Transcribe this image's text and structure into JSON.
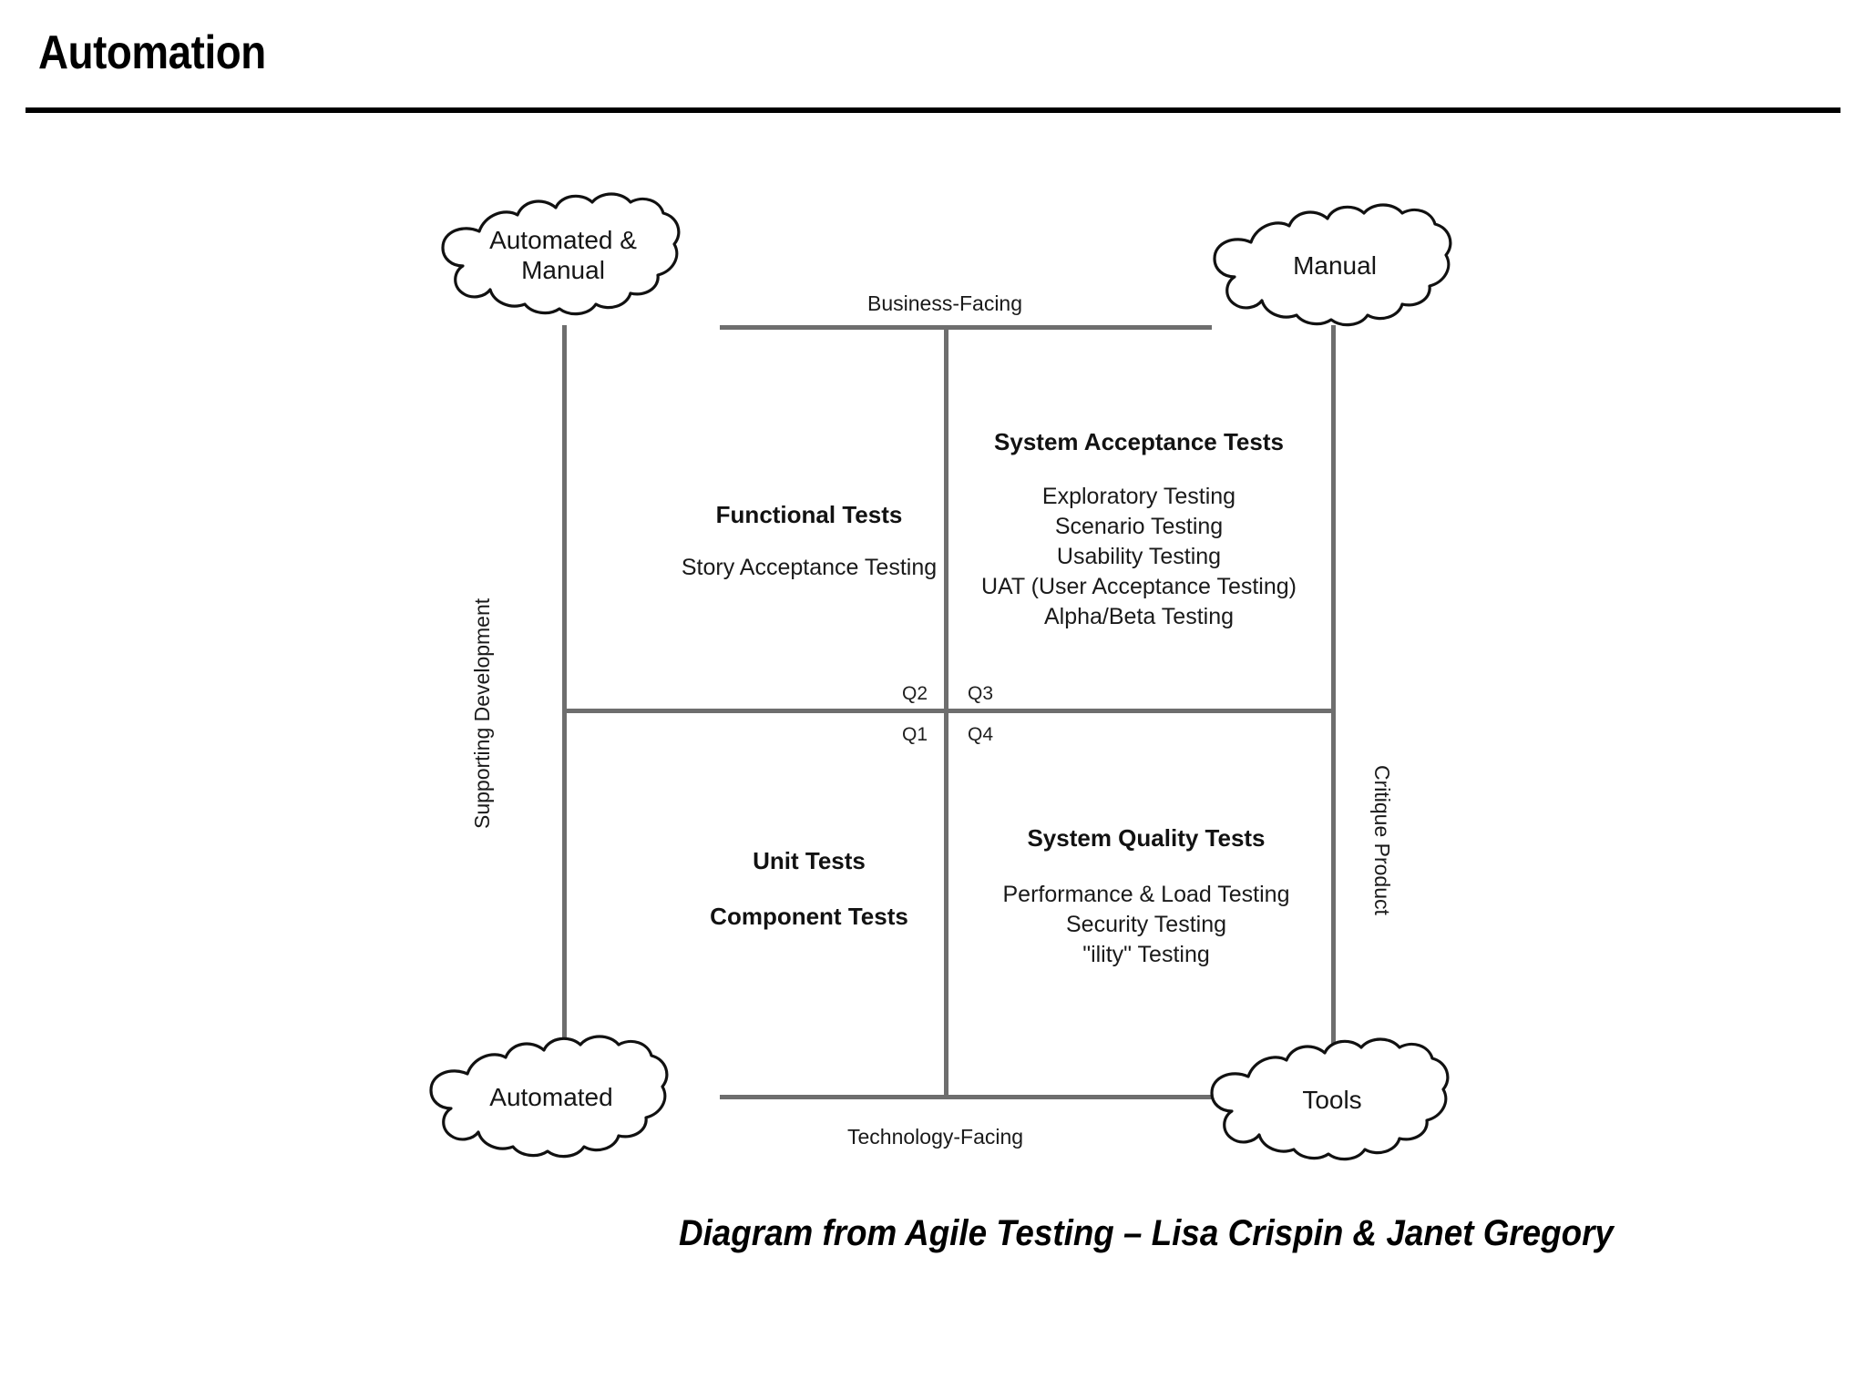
{
  "slide": {
    "title": "Automation",
    "caption": "Diagram from Agile Testing – Lisa Crispin & Janet Gregory"
  },
  "diagram": {
    "clouds": {
      "top_left": "Automated &\nManual",
      "top_left_line1": "Automated &",
      "top_left_line2": "Manual",
      "top_right": "Manual",
      "bottom_left": "Automated",
      "bottom_right": "Tools"
    },
    "axes": {
      "top": "Business-Facing",
      "bottom": "Technology-Facing",
      "left": "Supporting Development",
      "right": "Critique Product"
    },
    "quadrant_keys": {
      "upper_left": "Q2",
      "upper_right": "Q3",
      "lower_left": "Q1",
      "lower_right": "Q4"
    },
    "quadrants": {
      "q2": {
        "heading": "Functional Tests",
        "items": [
          "Story Acceptance Testing"
        ]
      },
      "q3": {
        "heading": "System Acceptance Tests",
        "items": [
          "Exploratory Testing",
          "Scenario Testing",
          "Usability Testing",
          "UAT (User Acceptance Testing)",
          "Alpha/Beta Testing"
        ]
      },
      "q1": {
        "heading": "Unit Tests",
        "heading2": "Component Tests",
        "items": []
      },
      "q4": {
        "heading": "System Quality Tests",
        "items": [
          "Performance & Load Testing",
          "Security Testing",
          "\"ility\" Testing"
        ]
      }
    },
    "colors": {
      "rule": "#000000",
      "grid_line": "#6e6e6e",
      "cloud_outline": "#111111",
      "text": "#1a1a1a"
    }
  }
}
